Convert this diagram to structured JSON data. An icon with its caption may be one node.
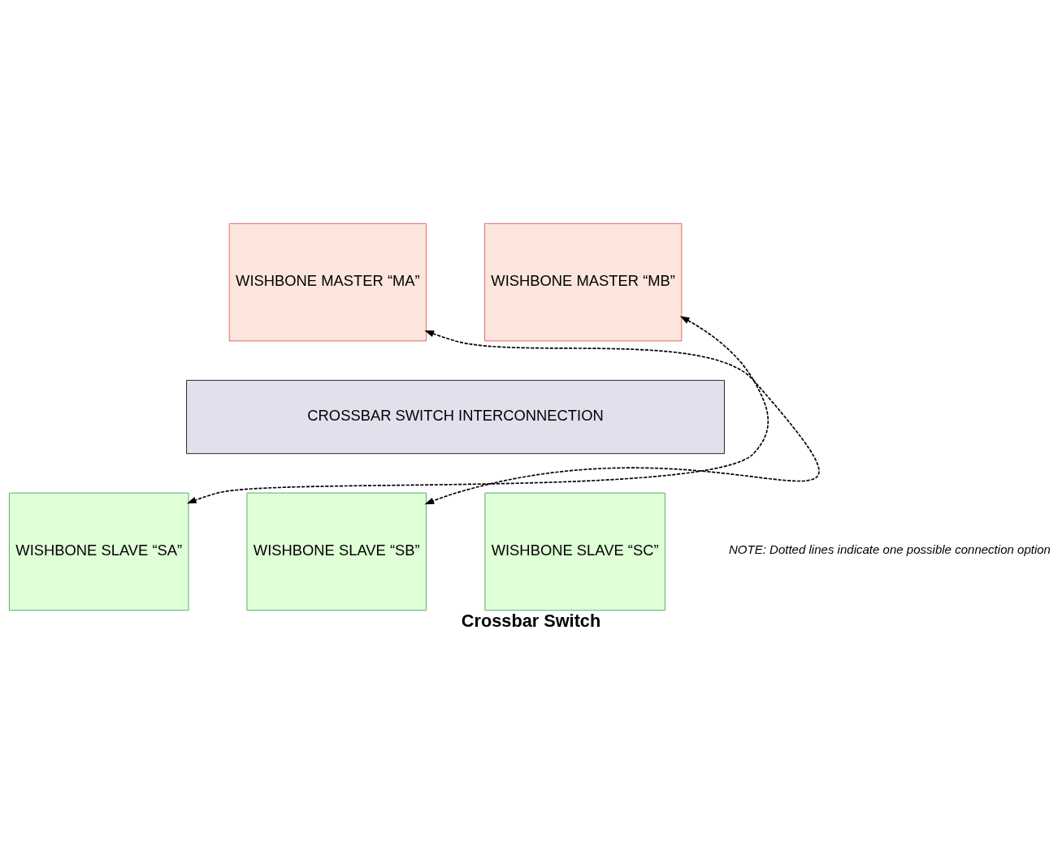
{
  "diagram": {
    "caption": "Crossbar Switch",
    "nodes": [
      {
        "text": [
          "WISHBONE MASTER “MA”"
        ]
      },
      {
        "text": [
          "WISHBONE MASTER “MB”"
        ]
      },
      {
        "text": [
          "CROSSBAR SWITCH INTERCONNECTION"
        ]
      },
      {
        "text": [
          "WISHBONE SLAVE “SA”"
        ]
      },
      {
        "text": [
          "WISHBONE SLAVE “SB”"
        ]
      },
      {
        "text": [
          "WISHBONE SLAVE “SC”"
        ]
      }
    ],
    "edges": [
      {
        "from": 0,
        "to": 4,
        "arrow": "both",
        "style": "dashed"
      },
      {
        "from": 1,
        "to": 3,
        "arrow": "both",
        "style": "dashed"
      }
    ],
    "labels": [
      "NOTE: Dotted lines indicate one possible connection option"
    ]
  }
}
